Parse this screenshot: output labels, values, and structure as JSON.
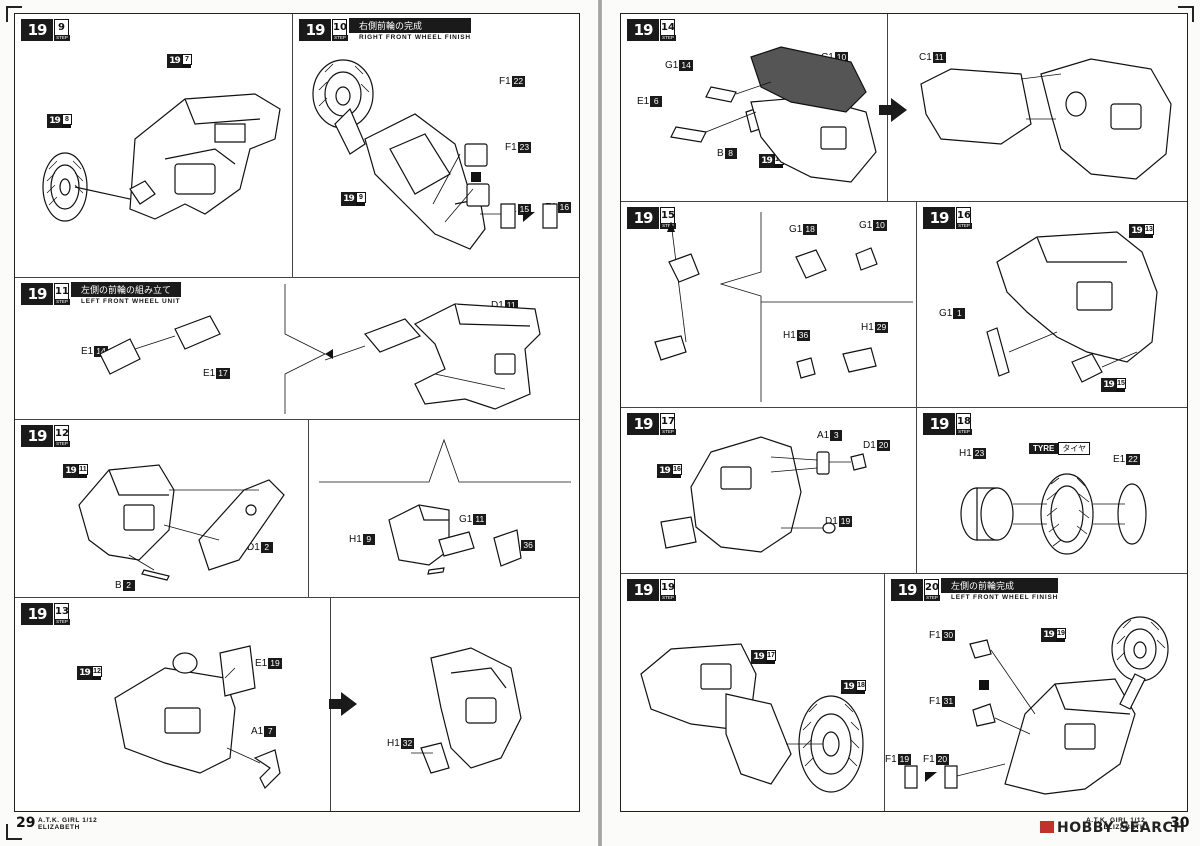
{
  "left_page": {
    "page_number": "29",
    "footer_line1": "A.T.K. GIRL 1/12",
    "footer_line2": "ELIZABETH",
    "steps": [
      {
        "id": "s9",
        "main": "19",
        "sub": "9",
        "tag": "STEP",
        "parts": [
          {
            "p": "19",
            "n": "7",
            "kind": "ref"
          },
          {
            "p": "19",
            "n": "8",
            "kind": "ref"
          }
        ]
      },
      {
        "id": "s10",
        "main": "19",
        "sub": "10",
        "tag": "STEP",
        "title_jp": "右側前輪の完成",
        "title_en": "RIGHT FRONT WHEEL FINISH",
        "parts": [
          {
            "p": "F1",
            "n": "22"
          },
          {
            "p": "F1",
            "n": "23"
          },
          {
            "p": "F1",
            "n": "15"
          },
          {
            "p": "F1",
            "n": "16"
          },
          {
            "p": "19",
            "n": "9",
            "kind": "ref"
          }
        ]
      },
      {
        "id": "s11",
        "main": "19",
        "sub": "11",
        "tag": "STEP",
        "title_jp": "左側の前輪の組み立て",
        "title_en": "LEFT FRONT WHEEL UNIT",
        "parts": [
          {
            "p": "E1",
            "n": "14"
          },
          {
            "p": "E1",
            "n": "17"
          },
          {
            "p": "D1",
            "n": "11"
          }
        ]
      },
      {
        "id": "s12",
        "main": "19",
        "sub": "12",
        "tag": "STEP",
        "parts": [
          {
            "p": "19",
            "n": "11",
            "kind": "ref"
          },
          {
            "p": "D1",
            "n": "2"
          },
          {
            "p": "B",
            "n": "2"
          },
          {
            "p": "G1",
            "n": "11"
          },
          {
            "p": "H1",
            "n": "9"
          },
          {
            "p": "G1",
            "n": "36"
          }
        ]
      },
      {
        "id": "s13",
        "main": "19",
        "sub": "13",
        "tag": "STEP",
        "parts": [
          {
            "p": "19",
            "n": "12",
            "kind": "ref"
          },
          {
            "p": "E1",
            "n": "19"
          },
          {
            "p": "A1",
            "n": "7"
          },
          {
            "p": "H1",
            "n": "32"
          }
        ]
      }
    ]
  },
  "right_page": {
    "page_number": "30",
    "footer_line1": "A.T.K. GIRL 1/12",
    "footer_line2": "ELIZABETH",
    "watermark": "HOBBY SEARCH",
    "steps": [
      {
        "id": "s14",
        "main": "19",
        "sub": "14",
        "tag": "STEP",
        "parts": [
          {
            "p": "G1",
            "n": "14"
          },
          {
            "p": "C1",
            "n": "10"
          },
          {
            "p": "E1",
            "n": "6"
          },
          {
            "p": "B",
            "n": "8"
          },
          {
            "p": "19",
            "n": "13",
            "kind": "ref"
          },
          {
            "p": "C1",
            "n": "11"
          }
        ]
      },
      {
        "id": "s15",
        "main": "19",
        "sub": "15",
        "tag": "STEP",
        "parts": [
          {
            "p": "G1",
            "n": "18"
          },
          {
            "p": "G1",
            "n": "10"
          },
          {
            "p": "H1",
            "n": "36"
          },
          {
            "p": "H1",
            "n": "29"
          }
        ]
      },
      {
        "id": "s16",
        "main": "19",
        "sub": "16",
        "tag": "STEP",
        "parts": [
          {
            "p": "19",
            "n": "13",
            "kind": "ref"
          },
          {
            "p": "G1",
            "n": "1"
          },
          {
            "p": "19",
            "n": "15",
            "kind": "ref"
          }
        ]
      },
      {
        "id": "s17",
        "main": "19",
        "sub": "17",
        "tag": "STEP",
        "parts": [
          {
            "p": "A1",
            "n": "3"
          },
          {
            "p": "D1",
            "n": "20"
          },
          {
            "p": "19",
            "n": "16",
            "kind": "ref"
          },
          {
            "p": "D1",
            "n": "19"
          }
        ]
      },
      {
        "id": "s18",
        "main": "19",
        "sub": "18",
        "tag": "STEP",
        "tyre_en": "TYRE",
        "tyre_jp": "タイヤ",
        "parts": [
          {
            "p": "H1",
            "n": "23"
          },
          {
            "p": "E1",
            "n": "22"
          }
        ]
      },
      {
        "id": "s19",
        "main": "19",
        "sub": "19",
        "tag": "STEP",
        "parts": [
          {
            "p": "19",
            "n": "17",
            "kind": "ref"
          },
          {
            "p": "19",
            "n": "18",
            "kind": "ref"
          }
        ]
      },
      {
        "id": "s20",
        "main": "19",
        "sub": "20",
        "tag": "STEP",
        "title_jp": "左側の前輪完成",
        "title_en": "LEFT FRONT WHEEL FINISH",
        "parts": [
          {
            "p": "F1",
            "n": "30"
          },
          {
            "p": "19",
            "n": "19",
            "kind": "ref"
          },
          {
            "p": "F1",
            "n": "31"
          },
          {
            "p": "F1",
            "n": "19"
          },
          {
            "p": "F1",
            "n": "20"
          }
        ]
      }
    ]
  }
}
